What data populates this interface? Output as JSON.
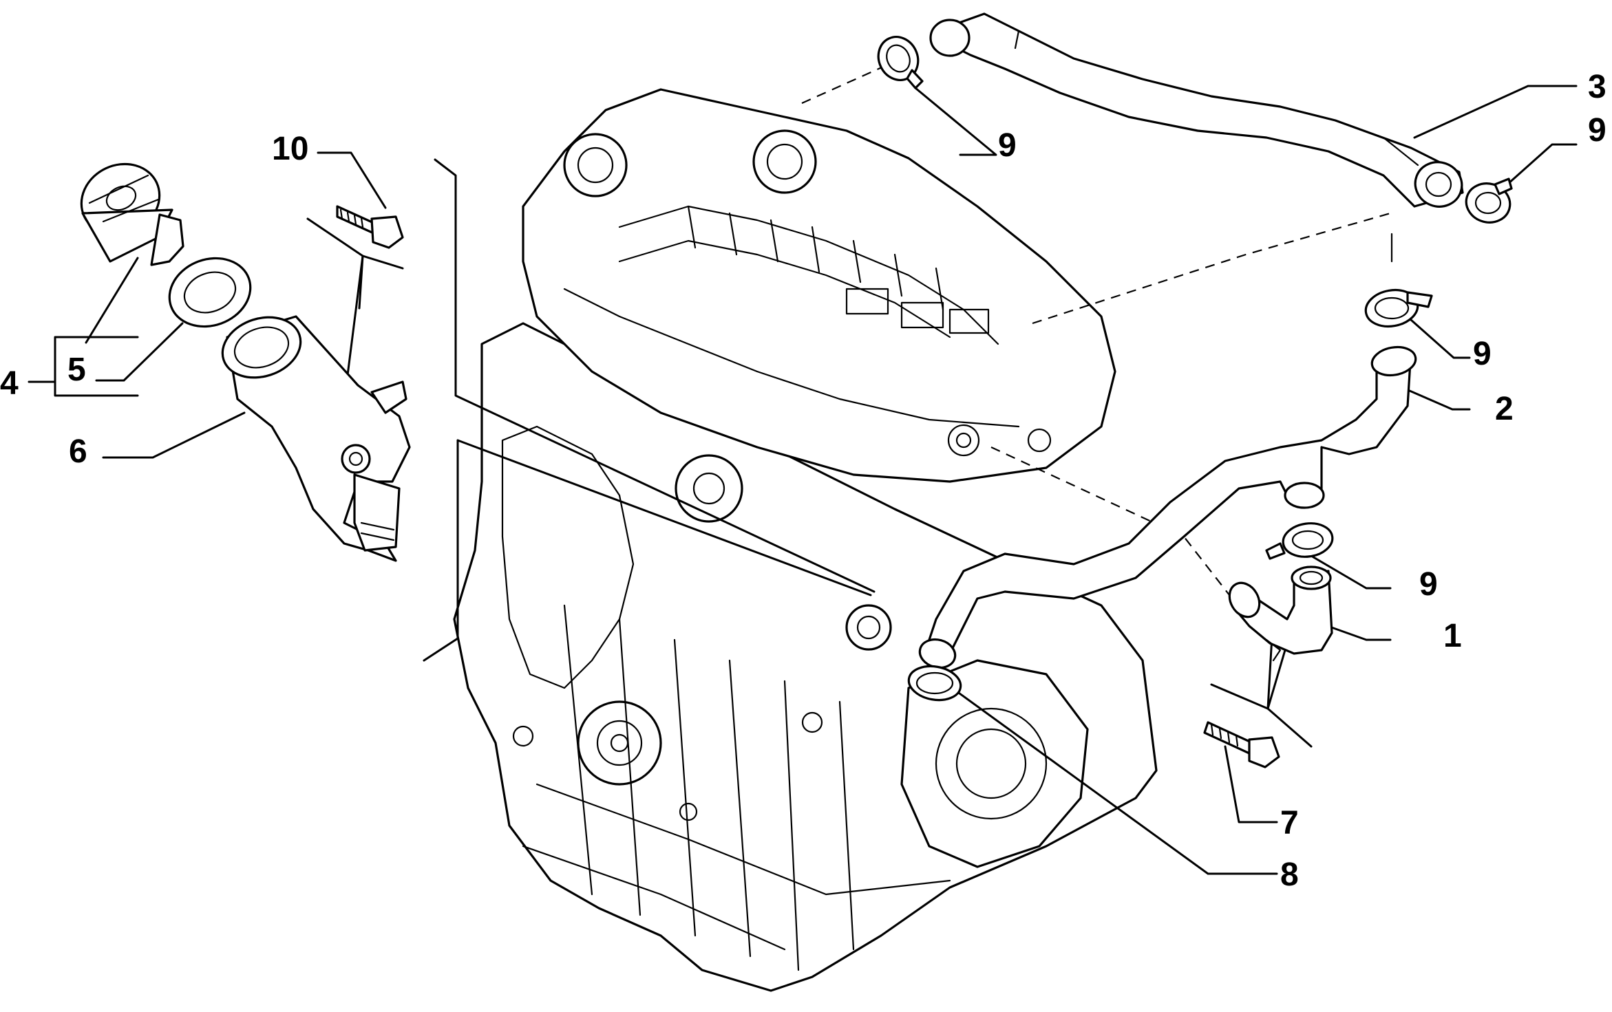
{
  "callouts": {
    "c1": "1",
    "c2": "2",
    "c3": "3",
    "c4": "4",
    "c5": "5",
    "c6": "6",
    "c7": "7",
    "c8": "8",
    "c9a": "9",
    "c9b": "9",
    "c9c": "9",
    "c9d": "9",
    "c10": "10"
  },
  "colors": {
    "ink": "#000000",
    "paper": "#ffffff"
  }
}
